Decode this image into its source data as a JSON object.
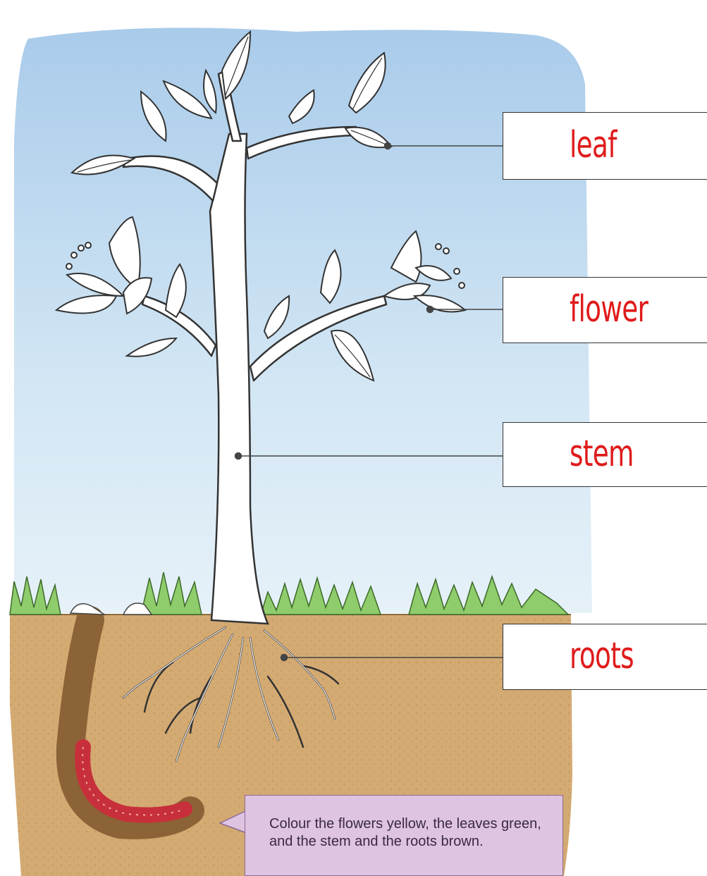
{
  "labels": {
    "leaf": "leaf",
    "flower": "flower",
    "stem": "stem",
    "roots": "roots"
  },
  "instruction": {
    "line1": "Colour the flowers yellow, the leaves green,",
    "line2": "and the stem and the roots brown."
  },
  "colors": {
    "sky": "#c9e1f3",
    "soil": "#d2a66e",
    "grass": "#7fc25a",
    "label_text": "#e01b1b",
    "instruction_bg": "#dfc4e2"
  }
}
